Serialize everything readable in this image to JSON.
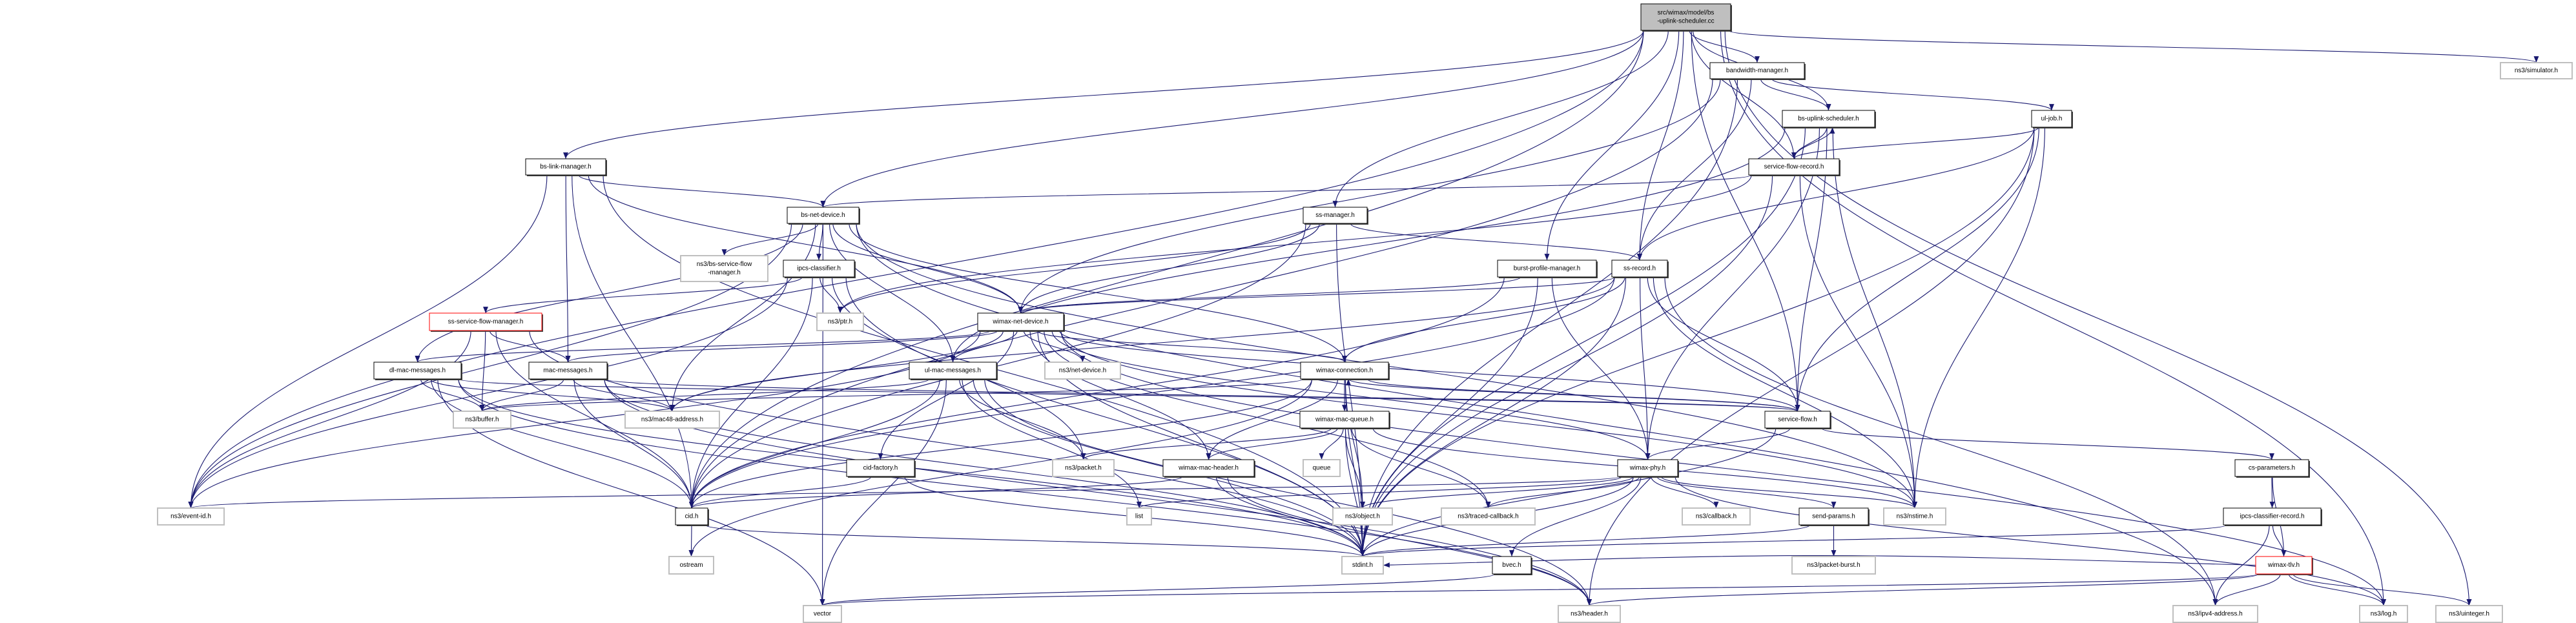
{
  "colors": {
    "edge": "#191970",
    "root_fill": "#bfbfbf",
    "external_border": "#bfbfbf",
    "highlight_border": "#ff0000"
  },
  "nodes": {
    "root": {
      "lines": [
        "src/wimax/model/bs",
        "-uplink-scheduler.cc"
      ],
      "kind": "root"
    },
    "bandwidth_manager": {
      "lines": [
        "bandwidth-manager.h"
      ],
      "kind": "doc"
    },
    "simulator": {
      "lines": [
        "ns3/simulator.h"
      ],
      "kind": "ext"
    },
    "bs_uplink_scheduler": {
      "lines": [
        "bs-uplink-scheduler.h"
      ],
      "kind": "doc"
    },
    "ul_job": {
      "lines": [
        "ul-job.h"
      ],
      "kind": "doc"
    },
    "bs_link_manager": {
      "lines": [
        "bs-link-manager.h"
      ],
      "kind": "doc"
    },
    "service_flow_record": {
      "lines": [
        "service-flow-record.h"
      ],
      "kind": "doc"
    },
    "bs_net_device": {
      "lines": [
        "bs-net-device.h"
      ],
      "kind": "doc"
    },
    "ss_manager": {
      "lines": [
        "ss-manager.h"
      ],
      "kind": "doc"
    },
    "bs_sfm": {
      "lines": [
        "ns3/bs-service-flow",
        "-manager.h"
      ],
      "kind": "ext"
    },
    "ipcs_classifier": {
      "lines": [
        "ipcs-classifier.h"
      ],
      "kind": "doc"
    },
    "burst_profile_manager": {
      "lines": [
        "burst-profile-manager.h"
      ],
      "kind": "doc"
    },
    "ss_record": {
      "lines": [
        "ss-record.h"
      ],
      "kind": "doc"
    },
    "ss_sfm": {
      "lines": [
        "ss-service-flow-manager.h"
      ],
      "kind": "red"
    },
    "ptr": {
      "lines": [
        "ns3/ptr.h"
      ],
      "kind": "ext"
    },
    "wimax_net_device": {
      "lines": [
        "wimax-net-device.h"
      ],
      "kind": "doc"
    },
    "dl_mac_messages": {
      "lines": [
        "dl-mac-messages.h"
      ],
      "kind": "doc"
    },
    "mac_messages": {
      "lines": [
        "mac-messages.h"
      ],
      "kind": "doc"
    },
    "ul_mac_messages": {
      "lines": [
        "ul-mac-messages.h"
      ],
      "kind": "doc"
    },
    "net_device": {
      "lines": [
        "ns3/net-device.h"
      ],
      "kind": "ext"
    },
    "wimax_connection": {
      "lines": [
        "wimax-connection.h"
      ],
      "kind": "doc"
    },
    "service_flow": {
      "lines": [
        "service-flow.h"
      ],
      "kind": "doc"
    },
    "buffer": {
      "lines": [
        "ns3/buffer.h"
      ],
      "kind": "ext"
    },
    "mac48": {
      "lines": [
        "ns3/mac48-address.h"
      ],
      "kind": "ext"
    },
    "wimax_mac_queue": {
      "lines": [
        "wimax-mac-queue.h"
      ],
      "kind": "doc"
    },
    "cid_factory": {
      "lines": [
        "cid-factory.h"
      ],
      "kind": "doc"
    },
    "packet": {
      "lines": [
        "ns3/packet.h"
      ],
      "kind": "ext"
    },
    "wimax_mac_header": {
      "lines": [
        "wimax-mac-header.h"
      ],
      "kind": "doc"
    },
    "queue": {
      "lines": [
        "queue"
      ],
      "kind": "ext"
    },
    "wimax_phy": {
      "lines": [
        "wimax-phy.h"
      ],
      "kind": "doc"
    },
    "cs_parameters": {
      "lines": [
        "cs-parameters.h"
      ],
      "kind": "doc"
    },
    "event_id": {
      "lines": [
        "ns3/event-id.h"
      ],
      "kind": "ext"
    },
    "cid": {
      "lines": [
        "cid.h"
      ],
      "kind": "doc"
    },
    "list": {
      "lines": [
        "list"
      ],
      "kind": "ext"
    },
    "object": {
      "lines": [
        "ns3/object.h"
      ],
      "kind": "ext"
    },
    "traced_callback": {
      "lines": [
        "ns3/traced-callback.h"
      ],
      "kind": "ext"
    },
    "callback": {
      "lines": [
        "ns3/callback.h"
      ],
      "kind": "ext"
    },
    "send_params": {
      "lines": [
        "send-params.h"
      ],
      "kind": "doc"
    },
    "nstime": {
      "lines": [
        "ns3/nstime.h"
      ],
      "kind": "ext"
    },
    "ipcs_classifier_record": {
      "lines": [
        "ipcs-classifier-record.h"
      ],
      "kind": "doc"
    },
    "ostream": {
      "lines": [
        "ostream"
      ],
      "kind": "ext"
    },
    "stdint": {
      "lines": [
        "stdint.h"
      ],
      "kind": "ext"
    },
    "bvec": {
      "lines": [
        "bvec.h"
      ],
      "kind": "doc"
    },
    "packet_burst": {
      "lines": [
        "ns3/packet-burst.h"
      ],
      "kind": "ext"
    },
    "wimax_tlv": {
      "lines": [
        "wimax-tlv.h"
      ],
      "kind": "red"
    },
    "vector": {
      "lines": [
        "vector"
      ],
      "kind": "ext"
    },
    "header": {
      "lines": [
        "ns3/header.h"
      ],
      "kind": "ext"
    },
    "ipv4": {
      "lines": [
        "ns3/ipv4-address.h"
      ],
      "kind": "ext"
    },
    "log": {
      "lines": [
        "ns3/log.h"
      ],
      "kind": "ext"
    },
    "uinteger": {
      "lines": [
        "ns3/uinteger.h"
      ],
      "kind": "ext"
    }
  },
  "edges": [
    [
      "root",
      "bandwidth_manager"
    ],
    [
      "root",
      "bs_uplink_scheduler"
    ],
    [
      "root",
      "bs_link_manager"
    ],
    [
      "root",
      "bs_net_device"
    ],
    [
      "root",
      "ss_manager"
    ],
    [
      "root",
      "burst_profile_manager"
    ],
    [
      "root",
      "ss_record"
    ],
    [
      "root",
      "service_flow_record"
    ],
    [
      "root",
      "service_flow"
    ],
    [
      "root",
      "cid"
    ],
    [
      "root",
      "event_id"
    ],
    [
      "root",
      "simulator"
    ],
    [
      "root",
      "log"
    ],
    [
      "root",
      "uinteger"
    ],
    [
      "bandwidth_manager",
      "bs_uplink_scheduler"
    ],
    [
      "bandwidth_manager",
      "ul_job"
    ],
    [
      "bandwidth_manager",
      "wimax_net_device"
    ],
    [
      "bandwidth_manager",
      "ss_record"
    ],
    [
      "bandwidth_manager",
      "stdint"
    ],
    [
      "bandwidth_manager",
      "cid"
    ],
    [
      "bs_uplink_scheduler",
      "service_flow_record"
    ],
    [
      "bs_uplink_scheduler",
      "wimax_phy"
    ],
    [
      "bs_uplink_scheduler",
      "service_flow"
    ],
    [
      "bs_uplink_scheduler",
      "nstime"
    ],
    [
      "bs_uplink_scheduler",
      "stdint"
    ],
    [
      "bs_uplink_scheduler",
      "ul_mac_messages"
    ],
    [
      "service_flow_record",
      "bs_uplink_scheduler"
    ],
    [
      "service_flow_record",
      "bs_net_device"
    ],
    [
      "service_flow_record",
      "nstime"
    ],
    [
      "service_flow_record",
      "stdint"
    ],
    [
      "service_flow_record",
      "ptr"
    ],
    [
      "ul_job",
      "service_flow_record"
    ],
    [
      "ul_job",
      "ss_record"
    ],
    [
      "ul_job",
      "service_flow"
    ],
    [
      "ul_job",
      "stdint"
    ],
    [
      "ul_job",
      "nstime"
    ],
    [
      "ul_job",
      "header"
    ],
    [
      "bs_link_manager",
      "bs_net_device"
    ],
    [
      "bs_link_manager",
      "mac_messages"
    ],
    [
      "bs_link_manager",
      "wimax_net_device"
    ],
    [
      "bs_link_manager",
      "event_id"
    ],
    [
      "bs_link_manager",
      "stdint"
    ],
    [
      "bs_link_manager",
      "cid"
    ],
    [
      "bs_net_device",
      "bs_sfm"
    ],
    [
      "bs_net_device",
      "ipcs_classifier"
    ],
    [
      "bs_net_device",
      "wimax_net_device"
    ],
    [
      "bs_net_device",
      "dl_mac_messages"
    ],
    [
      "bs_net_device",
      "event_id"
    ],
    [
      "bs_net_device",
      "mac48"
    ],
    [
      "bs_net_device",
      "nstime"
    ],
    [
      "bs_net_device",
      "wimax_connection"
    ],
    [
      "bs_net_device",
      "ipv4"
    ],
    [
      "bs_net_device",
      "vector"
    ],
    [
      "bs_net_device",
      "ul_mac_messages"
    ],
    [
      "ipcs_classifier",
      "ss_sfm"
    ],
    [
      "ipcs_classifier",
      "ptr"
    ],
    [
      "ipcs_classifier",
      "cid"
    ],
    [
      "ipcs_classifier",
      "packet"
    ],
    [
      "ipcs_classifier",
      "stdint"
    ],
    [
      "ipcs_classifier",
      "event_id"
    ],
    [
      "ss_sfm",
      "mac_messages"
    ],
    [
      "ss_sfm",
      "buffer"
    ],
    [
      "ss_sfm",
      "event_id"
    ],
    [
      "ss_sfm",
      "stdint"
    ],
    [
      "ss_sfm",
      "cid"
    ],
    [
      "ss_manager",
      "ss_record"
    ],
    [
      "ss_manager",
      "cid"
    ],
    [
      "ss_manager",
      "stdint"
    ],
    [
      "ss_manager",
      "wimax_net_device"
    ],
    [
      "ss_manager",
      "ptr"
    ],
    [
      "burst_profile_manager",
      "wimax_net_device"
    ],
    [
      "burst_profile_manager",
      "wimax_phy"
    ],
    [
      "burst_profile_manager",
      "stdint"
    ],
    [
      "burst_profile_manager",
      "cid"
    ],
    [
      "ss_record",
      "wimax_net_device"
    ],
    [
      "ss_record",
      "wimax_connection"
    ],
    [
      "ss_record",
      "service_flow"
    ],
    [
      "ss_record",
      "wimax_phy"
    ],
    [
      "ss_record",
      "mac48"
    ],
    [
      "ss_record",
      "ipv4"
    ],
    [
      "ss_record",
      "stdint"
    ],
    [
      "ss_record",
      "nstime"
    ],
    [
      "ss_record",
      "cid"
    ],
    [
      "wimax_net_device",
      "dl_mac_messages"
    ],
    [
      "wimax_net_device",
      "mac_messages"
    ],
    [
      "wimax_net_device",
      "ul_mac_messages"
    ],
    [
      "wimax_net_device",
      "net_device"
    ],
    [
      "wimax_net_device",
      "wimax_connection"
    ],
    [
      "wimax_net_device",
      "cid_factory"
    ],
    [
      "wimax_net_device",
      "wimax_mac_header"
    ],
    [
      "wimax_net_device",
      "wimax_phy"
    ],
    [
      "wimax_net_device",
      "traced_callback"
    ],
    [
      "wimax_net_device",
      "event_id"
    ],
    [
      "wimax_net_device",
      "mac48"
    ],
    [
      "wimax_net_device",
      "nstime"
    ],
    [
      "wimax_net_device",
      "log"
    ],
    [
      "wimax_net_device",
      "service_flow"
    ],
    [
      "wimax_net_device",
      "stdint"
    ],
    [
      "dl_mac_messages",
      "buffer"
    ],
    [
      "dl_mac_messages",
      "mac48"
    ],
    [
      "dl_mac_messages",
      "cid"
    ],
    [
      "dl_mac_messages",
      "stdint"
    ],
    [
      "dl_mac_messages",
      "vector"
    ],
    [
      "dl_mac_messages",
      "header"
    ],
    [
      "dl_mac_messages",
      "service_flow"
    ],
    [
      "mac_messages",
      "buffer"
    ],
    [
      "mac_messages",
      "mac48"
    ],
    [
      "mac_messages",
      "cid"
    ],
    [
      "mac_messages",
      "stdint"
    ],
    [
      "mac_messages",
      "header"
    ],
    [
      "mac_messages",
      "service_flow"
    ],
    [
      "ul_mac_messages",
      "packet"
    ],
    [
      "ul_mac_messages",
      "list"
    ],
    [
      "ul_mac_messages",
      "stdint"
    ],
    [
      "ul_mac_messages",
      "cid"
    ],
    [
      "ul_mac_messages",
      "vector"
    ],
    [
      "ul_mac_messages",
      "header"
    ],
    [
      "ul_mac_messages",
      "buffer"
    ],
    [
      "wimax_connection",
      "wimax_mac_queue"
    ],
    [
      "wimax_connection",
      "wimax_mac_header"
    ],
    [
      "wimax_connection",
      "service_flow"
    ],
    [
      "wimax_connection",
      "cid"
    ],
    [
      "wimax_connection",
      "object"
    ],
    [
      "wimax_connection",
      "stdint"
    ],
    [
      "wimax_connection",
      "ostream"
    ],
    [
      "wimax_connection",
      "buffer"
    ],
    [
      "service_flow",
      "wimax_phy"
    ],
    [
      "service_flow",
      "cs_parameters"
    ],
    [
      "service_flow",
      "stdint"
    ],
    [
      "service_flow",
      "wimax_connection"
    ],
    [
      "wimax_mac_queue",
      "packet"
    ],
    [
      "wimax_mac_queue",
      "wimax_mac_header"
    ],
    [
      "wimax_mac_queue",
      "queue"
    ],
    [
      "wimax_mac_queue",
      "object"
    ],
    [
      "wimax_mac_queue",
      "traced_callback"
    ],
    [
      "wimax_mac_queue",
      "stdint"
    ],
    [
      "wimax_mac_queue",
      "nstime"
    ],
    [
      "wimax_mac_header",
      "cid"
    ],
    [
      "wimax_mac_header",
      "stdint"
    ],
    [
      "wimax_mac_header",
      "header"
    ],
    [
      "cid_factory",
      "cid"
    ],
    [
      "cid_factory",
      "stdint"
    ],
    [
      "cid",
      "ostream"
    ],
    [
      "cid",
      "stdint"
    ],
    [
      "wimax_phy",
      "list"
    ],
    [
      "wimax_phy",
      "object"
    ],
    [
      "wimax_phy",
      "traced_callback"
    ],
    [
      "wimax_phy",
      "callback"
    ],
    [
      "wimax_phy",
      "nstime"
    ],
    [
      "wimax_phy",
      "stdint"
    ],
    [
      "wimax_phy",
      "bvec"
    ],
    [
      "wimax_phy",
      "send_params"
    ],
    [
      "wimax_phy",
      "event_id"
    ],
    [
      "wimax_phy",
      "log"
    ],
    [
      "send_params",
      "packet_burst"
    ],
    [
      "send_params",
      "stdint"
    ],
    [
      "bvec",
      "vector"
    ],
    [
      "cs_parameters",
      "ipcs_classifier_record"
    ],
    [
      "cs_parameters",
      "wimax_tlv"
    ],
    [
      "ipcs_classifier_record",
      "wimax_tlv"
    ],
    [
      "ipcs_classifier_record",
      "ipv4"
    ],
    [
      "ipcs_classifier_record",
      "stdint"
    ],
    [
      "wimax_tlv",
      "ipv4"
    ],
    [
      "wimax_tlv",
      "log"
    ],
    [
      "wimax_tlv",
      "uinteger"
    ],
    [
      "wimax_tlv",
      "header"
    ],
    [
      "wimax_tlv",
      "vector"
    ],
    [
      "wimax_tlv",
      "stdint"
    ]
  ]
}
